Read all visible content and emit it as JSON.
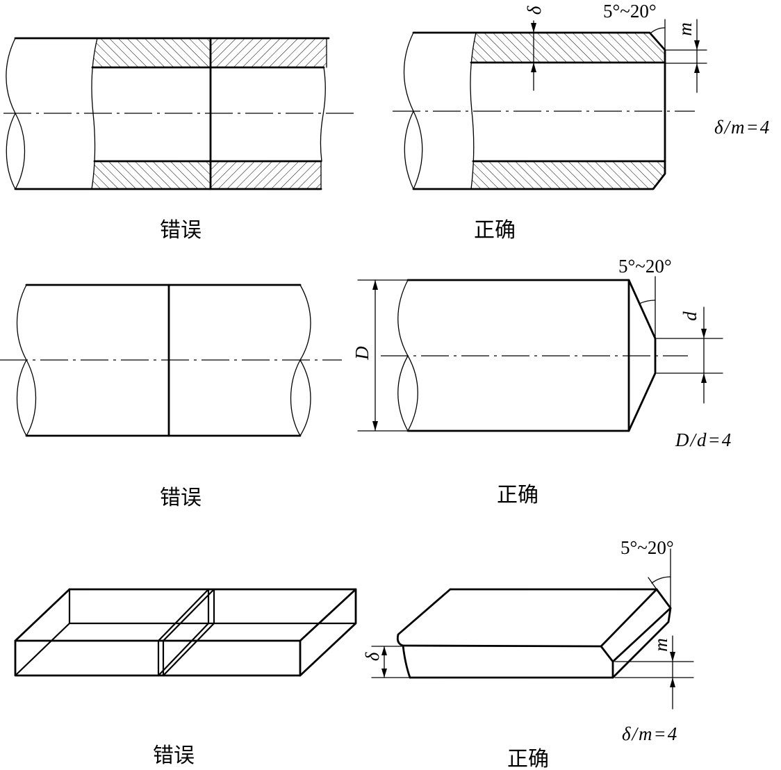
{
  "captions": {
    "tube_wrong": "错误",
    "tube_correct": "正确",
    "bar_wrong": "错误",
    "bar_correct": "正确",
    "plate_wrong": "错误",
    "plate_correct": "正确"
  },
  "tube": {
    "thickness_symbol": "δ",
    "land_symbol": "m",
    "bevel_angle": "5°~20°",
    "ratio": "δ/m=4"
  },
  "bar": {
    "outer_diameter_symbol": "D",
    "tip_diameter_symbol": "d",
    "bevel_angle": "5°~20°",
    "ratio": "D/d=4"
  },
  "plate": {
    "thickness_symbol": "δ",
    "land_symbol": "m",
    "bevel_angle": "5°~20°",
    "ratio": "δ/m=4"
  }
}
